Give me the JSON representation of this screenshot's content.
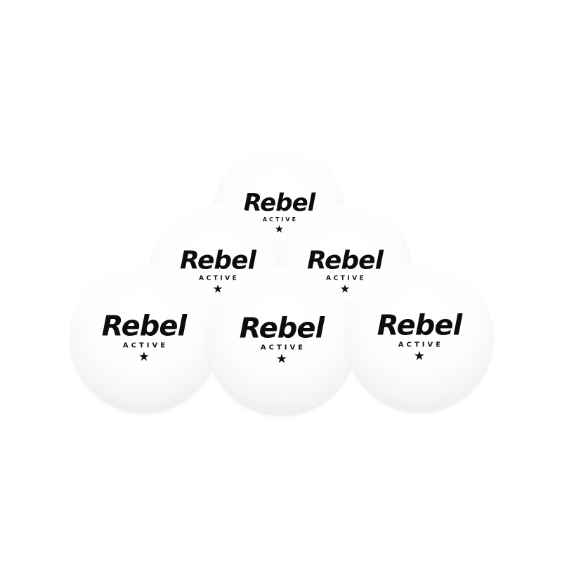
{
  "image": {
    "description": "Six white table tennis balls stacked in a pyramid (three in front, two in the middle, one on top) on a plain white background",
    "ball_count": 6,
    "arrangement": "pyramid"
  },
  "product": {
    "brand": "Rebel",
    "line": "ACTIVE",
    "star": "★"
  },
  "colors": {
    "background": "#ffffff",
    "ball_base": "#ffffff",
    "ball_shade": "#dadada",
    "logo_text": "#0d0d0d"
  }
}
